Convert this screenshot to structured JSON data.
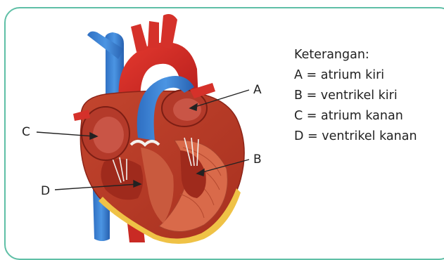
{
  "diagram": {
    "labels": {
      "a": "A",
      "b": "B",
      "c": "C",
      "d": "D"
    },
    "legend": {
      "title": "Keterangan:",
      "items": [
        "A = atrium kiri",
        "B = ventrikel kiri",
        "C = atrium kanan",
        "D = ventrikel kanan"
      ]
    }
  }
}
